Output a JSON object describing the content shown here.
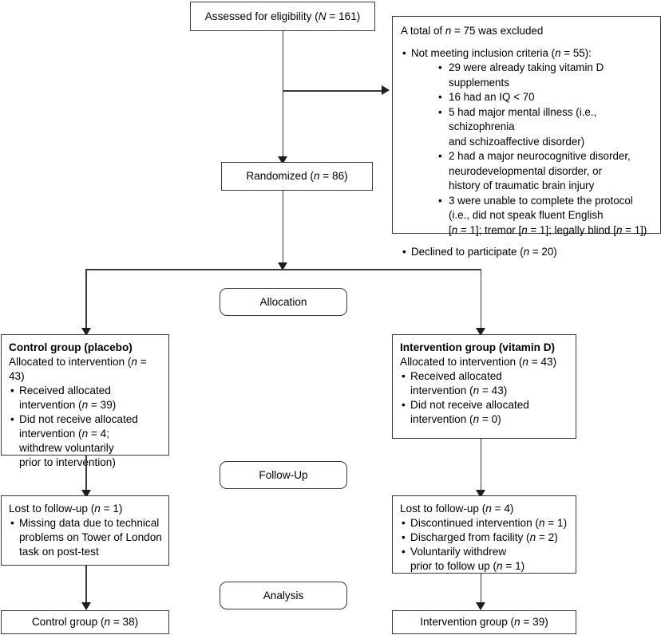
{
  "diagram": {
    "type": "consort-flow-diagram",
    "title": "CONSORT participant flow diagram",
    "enrollment": {
      "assessed": {
        "label": "Assessed for eligibility (N = 161)",
        "n": 161
      },
      "excluded": {
        "heading": "A total of n = 75 was excluded",
        "n": 75,
        "reasons": [
          {
            "label": "Not meeting inclusion criteria (n = 55):",
            "n": 55,
            "sub": [
              "29 were already taking vitamin D supplements",
              "16 had an IQ < 70",
              "5 had major mental illness (i.e., schizophrenia and schizoaffective disorder)",
              "2 had a major neurocognitive disorder, neurodevelopmental disorder, or history of traumatic brain injury",
              "3 were unable to complete the protocol (i.e., did not speak fluent English [n = 1]; tremor [n = 1]; legally blind [n = 1])"
            ]
          },
          {
            "label": "Declined to participate (n = 20)",
            "n": 20,
            "sub": []
          }
        ]
      },
      "randomized": {
        "label": "Randomized (n = 86)",
        "n": 86
      }
    },
    "stages": {
      "allocation": "Allocation",
      "followup": "Follow-Up",
      "analysis": "Analysis"
    },
    "arms": {
      "control": {
        "allocation": {
          "title": "Control group (placebo)",
          "line": "Allocated to intervention (n = 43)",
          "n": 43,
          "bullets": [
            "Received allocated intervention (n = 39)",
            "Did not receive allocated intervention (n = 4; withdrew voluntarily prior to intervention)"
          ]
        },
        "followup": {
          "title": "Lost to follow-up (n = 1)",
          "n": 1,
          "bullets": [
            "Missing data due to technical problems on Tower of London task on post-test"
          ]
        },
        "analysis": {
          "label": "Control group (n = 38)",
          "n": 38
        }
      },
      "intervention": {
        "allocation": {
          "title": "Intervention group (vitamin D)",
          "line": "Allocated to intervention (n = 43)",
          "n": 43,
          "bullets": [
            "Received allocated intervention (n = 43)",
            "Did not receive allocated intervention (n = 0)"
          ]
        },
        "followup": {
          "title": "Lost to follow-up (n = 4)",
          "n": 4,
          "bullets": [
            "Discontinued intervention (n = 1)",
            "Discharged from facility (n = 2)",
            "Voluntarily withdrew prior to follow up (n = 1)"
          ]
        },
        "analysis": {
          "label": "Intervention group (n = 39)",
          "n": 39
        }
      }
    },
    "colors": {
      "border": "#3a3a3a",
      "arrow": "#1d1d1d",
      "background": "#ffffff",
      "text": "#000000"
    }
  }
}
